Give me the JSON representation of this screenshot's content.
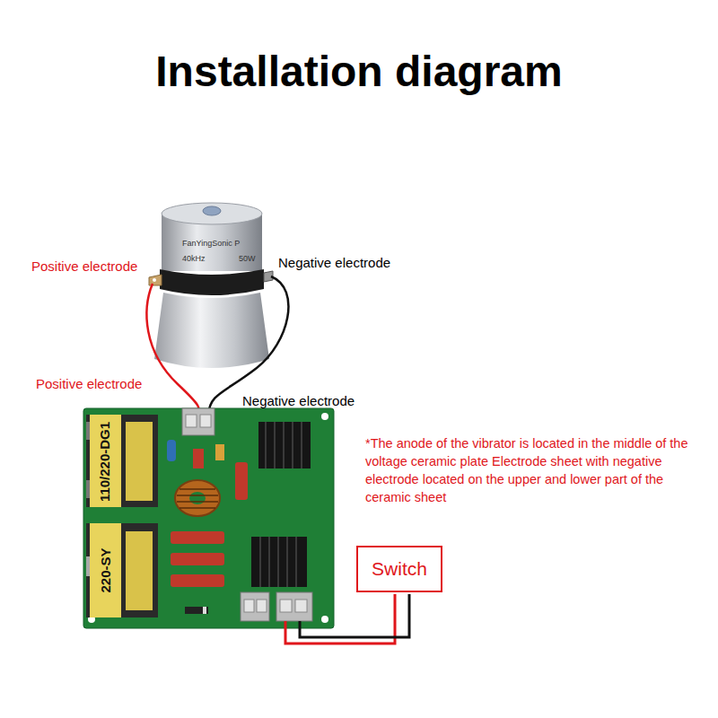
{
  "diagram": {
    "title": "Installation diagram",
    "nodes": [
      {
        "text": [
          "Switch"
        ]
      }
    ],
    "labels": [
      "Positive electrode",
      "Negative electrode",
      "FanYingSonic P",
      "40kHz",
      "50W",
      "Positive electrode",
      "Negative electrode",
      "110/220-DG1",
      "220-SY",
      "*The anode of the vibrator is located in the middle of the voltage ceramic plate Electrode sheet with negative electrode located on the upper and lower part of the ceramic sheet"
    ]
  }
}
